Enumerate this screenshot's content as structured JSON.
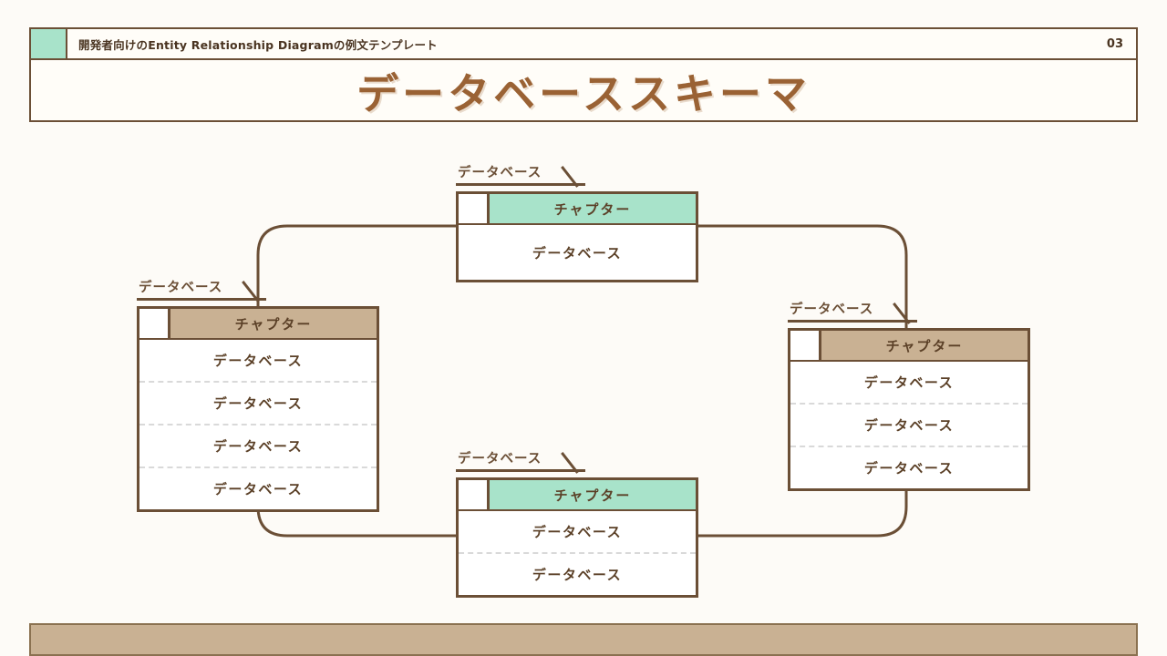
{
  "header": {
    "subtitle": "開発者向けのEntity Relationship Diagramの例文テンプレート",
    "page_number": "03",
    "title": "データベーススキーマ",
    "accent_color": "#a8e3ca"
  },
  "colors": {
    "line": "#6b4f36",
    "mint": "#a8e3ca",
    "tan": "#c9b193",
    "text": "#5b4027",
    "title": "#9a6234",
    "page_background": "#fdfbf7"
  },
  "diagram": {
    "type": "entity-relationship-diagram",
    "entities": [
      {
        "id": "entity-top",
        "label": "データベース",
        "header": "チャプター",
        "header_color": "mint",
        "rows": [
          "データベース"
        ]
      },
      {
        "id": "entity-left",
        "label": "データベース",
        "header": "チャプター",
        "header_color": "tan",
        "rows": [
          "データベース",
          "データベース",
          "データベース",
          "データベース"
        ]
      },
      {
        "id": "entity-right",
        "label": "データベース",
        "header": "チャプター",
        "header_color": "tan",
        "rows": [
          "データベース",
          "データベース",
          "データベース"
        ]
      },
      {
        "id": "entity-bottom",
        "label": "データベース",
        "header": "チャプター",
        "header_color": "mint",
        "rows": [
          "データベース",
          "データベース"
        ]
      }
    ],
    "connectors": [
      {
        "id": "connector-left-to-top",
        "from": "entity-left",
        "to": "entity-top"
      },
      {
        "id": "connector-top-to-right",
        "from": "entity-top",
        "to": "entity-right"
      },
      {
        "id": "connector-left-to-bottom",
        "from": "entity-left",
        "to": "entity-bottom"
      },
      {
        "id": "connector-bottom-to-right",
        "from": "entity-bottom",
        "to": "entity-right"
      }
    ]
  },
  "footer": {
    "bar_color": "#c9b193"
  }
}
